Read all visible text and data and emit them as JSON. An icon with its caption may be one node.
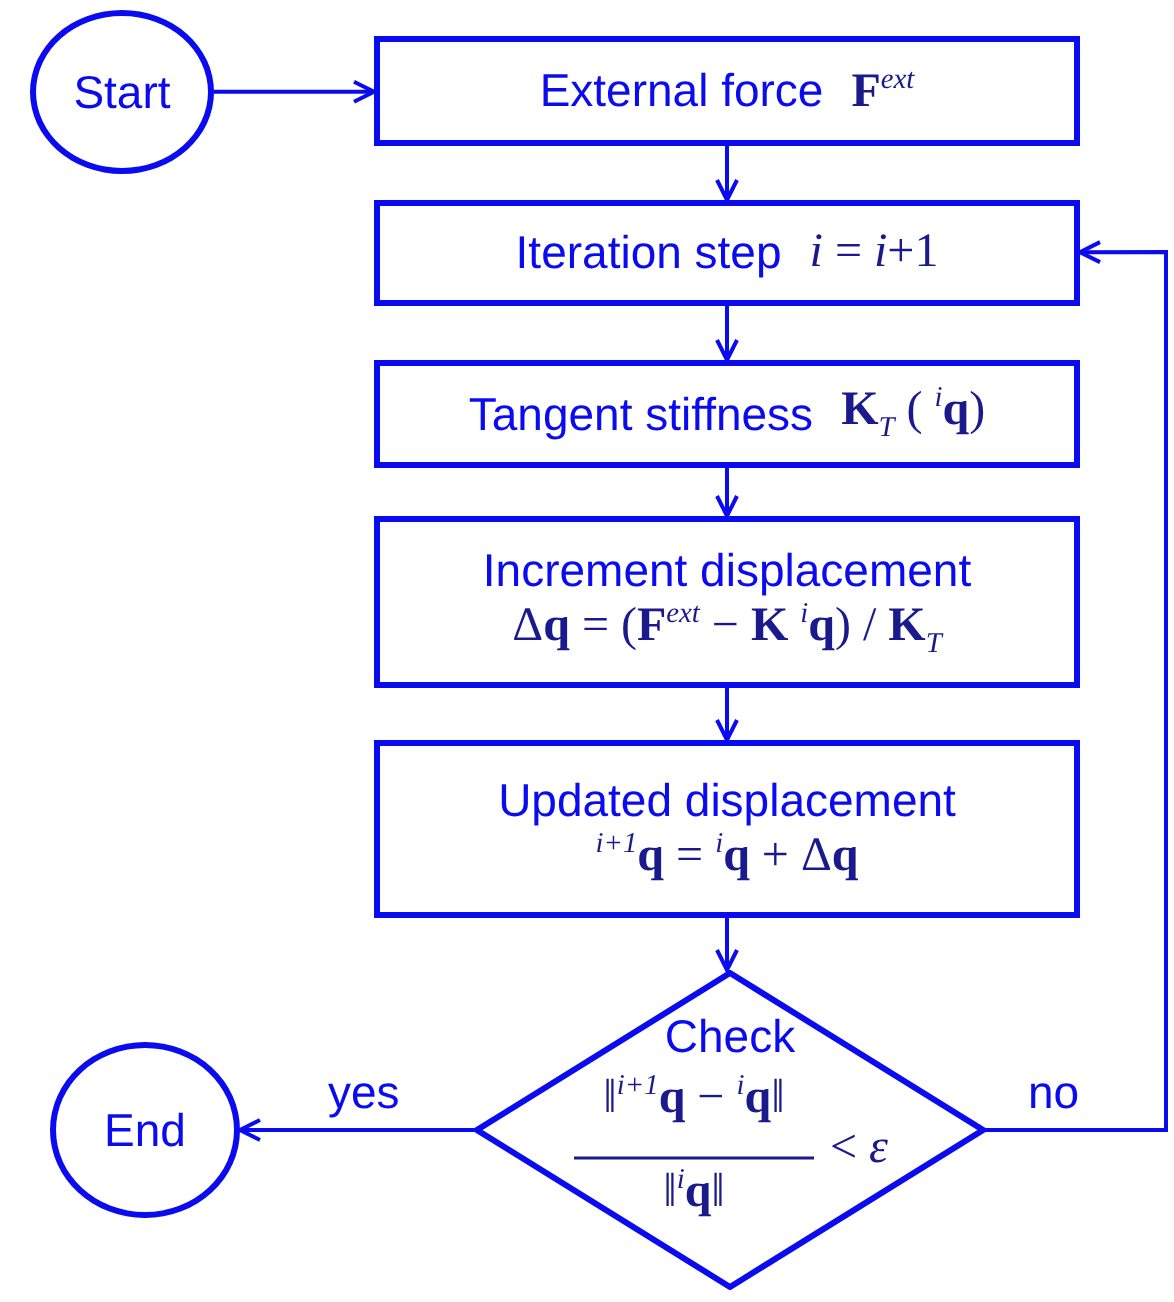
{
  "diagram": {
    "nodes": [
      {
        "text": [
          "Start"
        ]
      },
      {
        "text": [
          "External force",
          "**F**$^{ext}$"
        ]
      },
      {
        "text": [
          "Iteration step",
          "*i* = *i*+1"
        ]
      },
      {
        "text": [
          "Tangent stiffness",
          "**K**$_{T}$ ( $^{i}$**q**)"
        ]
      },
      {
        "text": [
          "Increment displacement",
          "Δ**q** = (**F**$^{ext}$ − **K** $^{i}$**q**) / **K**$_{T}$"
        ]
      },
      {
        "text": [
          "Updated displacement",
          "$^{i+1}$**q** = $^{i}$**q** + Δ**q**"
        ]
      },
      {
        "text": [
          "Check",
          "‖$^{i+1}$**q** − $^{i}$**q**‖",
          "‖$^{i}$**q**‖",
          "< *ε*"
        ]
      },
      {
        "text": [
          "End"
        ]
      }
    ],
    "edges": [
      {
        "from": 0,
        "to": 1,
        "arrow": "to"
      },
      {
        "from": 1,
        "to": 2,
        "arrow": "to"
      },
      {
        "from": 2,
        "to": 3,
        "arrow": "to"
      },
      {
        "from": 3,
        "to": 4,
        "arrow": "to"
      },
      {
        "from": 4,
        "to": 5,
        "arrow": "to"
      },
      {
        "from": 5,
        "to": 6,
        "arrow": "to"
      },
      {
        "from": 6,
        "to": 7,
        "label": "yes",
        "arrow": "to"
      },
      {
        "from": 6,
        "to": 2,
        "label": "no",
        "arrow": "to"
      }
    ]
  }
}
